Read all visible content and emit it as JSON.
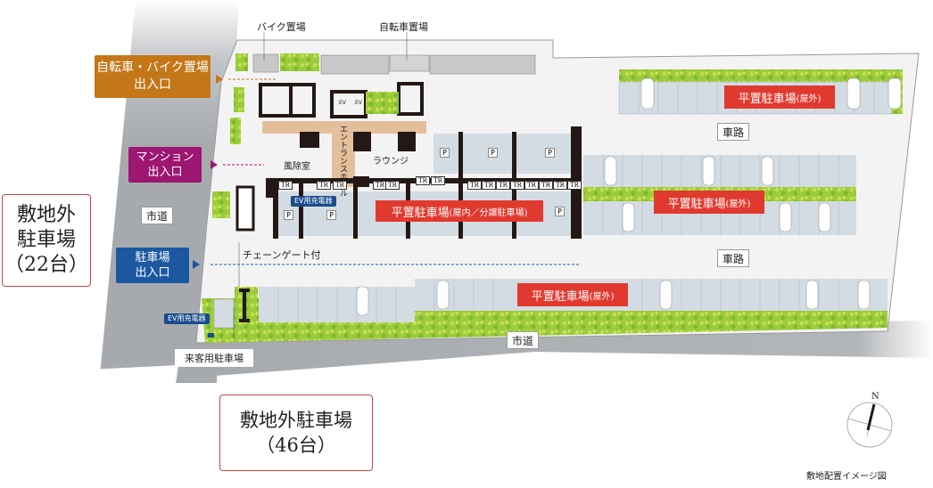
{
  "entrances": {
    "bicycle": {
      "line1": "自転車・バイク置場",
      "line2": "出入口",
      "color": "#c47718"
    },
    "mansion": {
      "line1": "マンション",
      "line2": "出入口",
      "color": "#9c1672"
    },
    "parking": {
      "line1": "駐車場",
      "line2": "出入口",
      "color": "#1b58a0"
    }
  },
  "top_labels": {
    "bike_parking": "バイク置場",
    "bicycle_parking": "自転車置場"
  },
  "offsite_parking": {
    "left": {
      "line1": "敷地外",
      "line2": "駐車場",
      "line3": "（22台）"
    },
    "bottom": {
      "line1": "敷地外駐車場",
      "line2": "（46台）"
    }
  },
  "roads": {
    "city_road_west": "市道",
    "city_road_south": "市道",
    "drive_lane_upper": "車路",
    "drive_lane_lower": "車路"
  },
  "parking_areas": {
    "outdoor_top": {
      "main": "平置駐車場",
      "sub": "(屋外)"
    },
    "outdoor_middle": {
      "main": "平置駐車場",
      "sub": "(屋外)"
    },
    "outdoor_bottom": {
      "main": "平置駐車場",
      "sub": "(屋外)"
    },
    "indoor": {
      "main": "平置駐車場",
      "sub": "(屋内／分譲駐車場)"
    }
  },
  "rooms": {
    "entrance_hall": "エントランスホール",
    "lounge": "ラウンジ",
    "dust_room": "風除室",
    "elevator": "EV"
  },
  "annotations": {
    "chain_gate": "チェーンゲート付",
    "ev_charger_indoor": "EV用充電器",
    "ev_charger_visitor": "EV用充電器",
    "visitor_parking": "来客用駐車場",
    "trunk_room": "TR",
    "parking_space": "P"
  },
  "compass": {
    "north": "N"
  },
  "caption": "敷地配置イメージ図",
  "colors": {
    "road": "#a9adb2",
    "greenery": "#9ccc3c",
    "parking_stall": "#d4dce3",
    "site": "#f3f3f3",
    "hall": "#e3bf9b",
    "red_tag": "#e03a2f",
    "ev_blue": "#1b4c8c"
  }
}
